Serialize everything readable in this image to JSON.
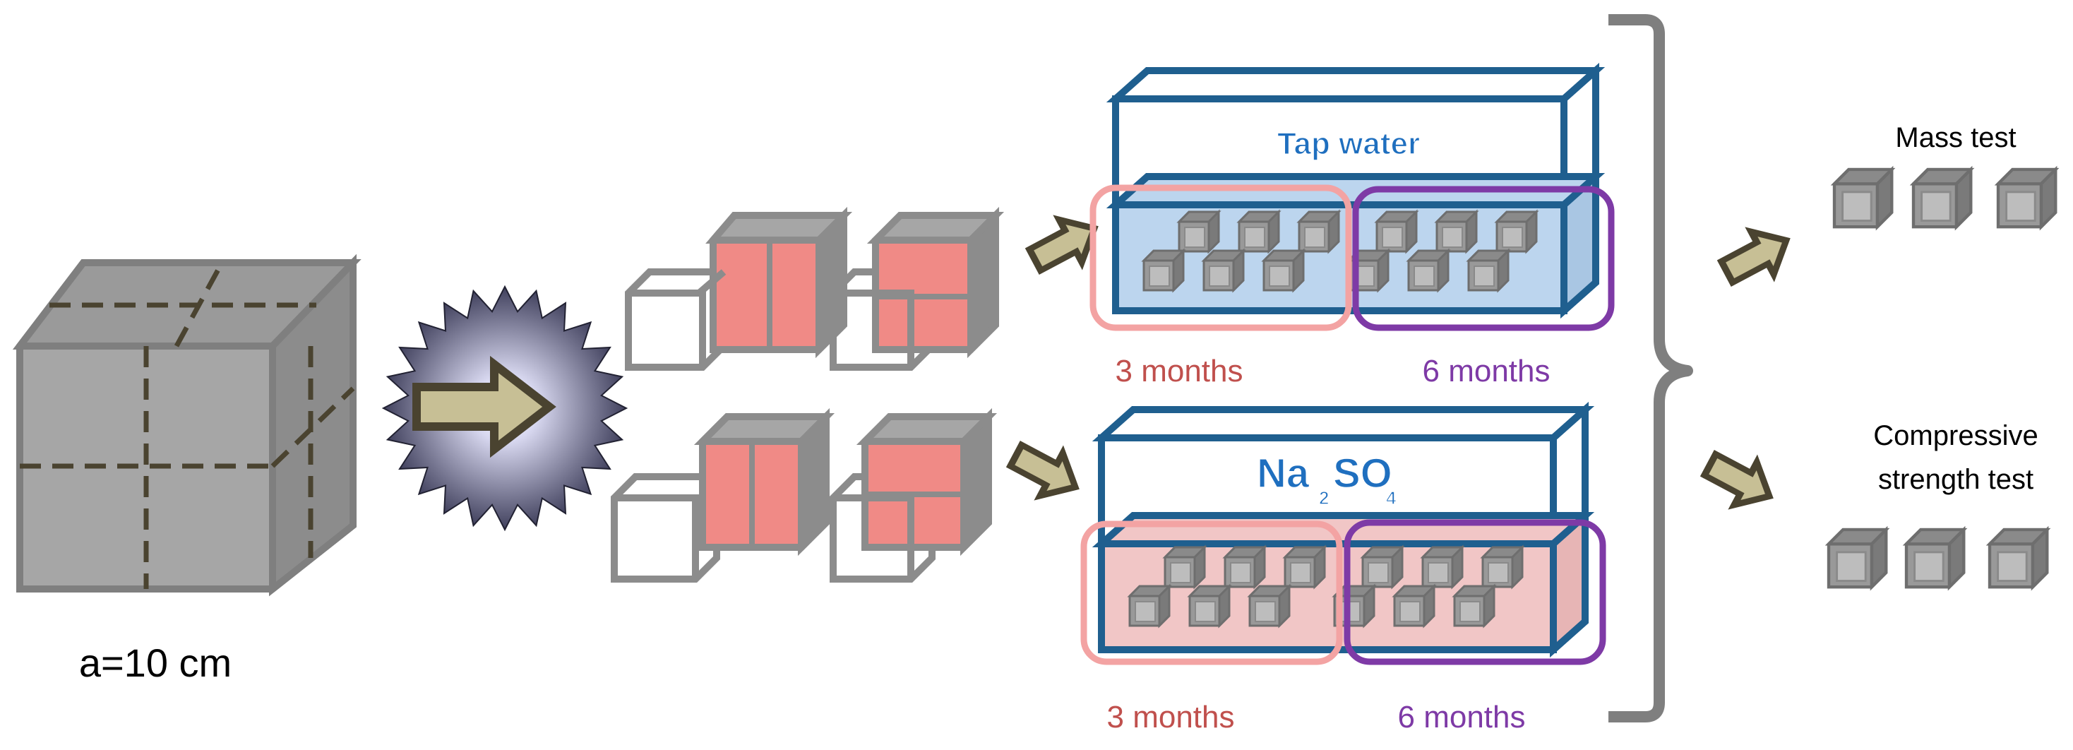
{
  "source_cube": {
    "size_label": "a=10 cm"
  },
  "tanks": {
    "tap_water": {
      "label": "Tap water"
    },
    "sulfate": {
      "label_main": "Na",
      "label_mid": "SO",
      "sub_1": "2",
      "sub_2": "4"
    }
  },
  "durations": {
    "short": "3 months",
    "long": "6 months"
  },
  "tests": {
    "mass": "Mass test",
    "compressive_line1": "Compressive",
    "compressive_line2": "strength test"
  },
  "colors": {
    "cube_face": "#a6a6a6",
    "cube_side": "#8c8c8c",
    "cube_edge": "#7f7f7f",
    "dash": "#4a4330",
    "arrow_fill": "#c7bf95",
    "arrow_edge": "#4a4330",
    "pink_fill": "#f08a86",
    "tank_edge": "#1f5f8f",
    "water_fill": "#bcd5ee",
    "sulfate_fill": "#f1c6c6",
    "box_3months": "#f3a3a3",
    "box_6months": "#7e3aa6",
    "text_3months": "#c0504d",
    "text_6months": "#7e3aa6",
    "label_blue": "#1f6fbf"
  }
}
